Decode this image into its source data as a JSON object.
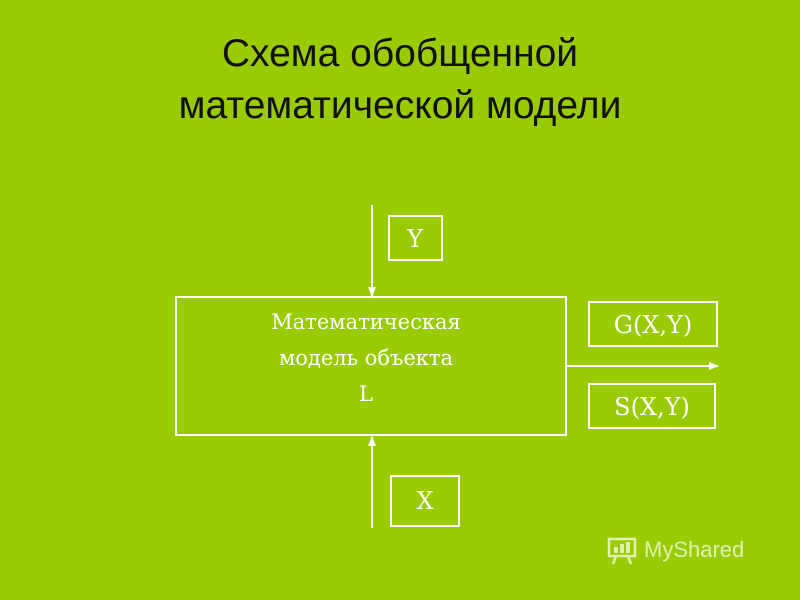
{
  "title": {
    "line1": "Схема обобщенной",
    "line2": "математической модели"
  },
  "diagram": {
    "main_box": {
      "line1": "Математическая",
      "line2": "модель объекта",
      "line3": "L"
    },
    "input_top": "Y",
    "input_bottom": "X",
    "output_1": "G(X,Y)",
    "output_2": "S(X,Y)"
  },
  "watermark": {
    "text": "MyShared",
    "icon": "presentation-board-icon"
  },
  "colors": {
    "background": "#99cc00",
    "lines": "#ffffff"
  }
}
